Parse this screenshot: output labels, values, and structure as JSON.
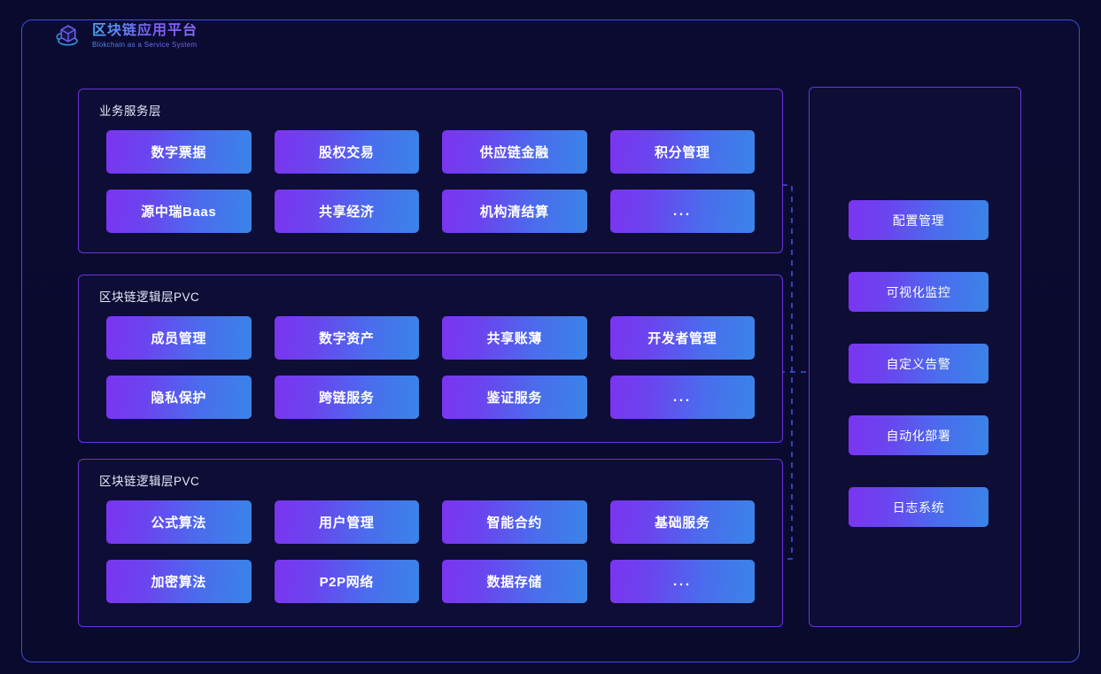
{
  "brand": {
    "title": "区块链应用平台",
    "subtitle": "Blokchain as a Service System",
    "icon": "cube-cloud-icon",
    "title_gradient_from": "#49a6f5",
    "title_gradient_to": "#8b6bf5"
  },
  "theme": {
    "background": "#0a0a2e",
    "outer_border": "#3c4fd8",
    "panel_border": "#6b34d6",
    "panel_background": "#0d0d35",
    "tile_gradient_from": "#7b34f0",
    "tile_gradient_to": "#3a84e8",
    "connector_color": "#3f4fe0",
    "text_primary": "#ffffff",
    "text_title": "#e7e9f8"
  },
  "layers": [
    {
      "title": "业务服务层",
      "tiles": [
        "数字票据",
        "股权交易",
        "供应链金融",
        "积分管理",
        "源中瑞Baas",
        "共享经济",
        "机构清结算",
        "..."
      ]
    },
    {
      "title": "区块链逻辑层PVC",
      "tiles": [
        "成员管理",
        "数字资产",
        "共享账薄",
        "开发者管理",
        "隐私保护",
        "跨链服务",
        "鉴证服务",
        "..."
      ]
    },
    {
      "title": "区块链逻辑层PVC",
      "tiles": [
        "公式算法",
        "用户管理",
        "智能合约",
        "基础服务",
        "加密算法",
        "P2P网络",
        "数据存储",
        "..."
      ]
    }
  ],
  "side_panel": {
    "items": [
      "配置管理",
      "可视化监控",
      "自定义告警",
      "自动化部署",
      "日志系统"
    ]
  }
}
